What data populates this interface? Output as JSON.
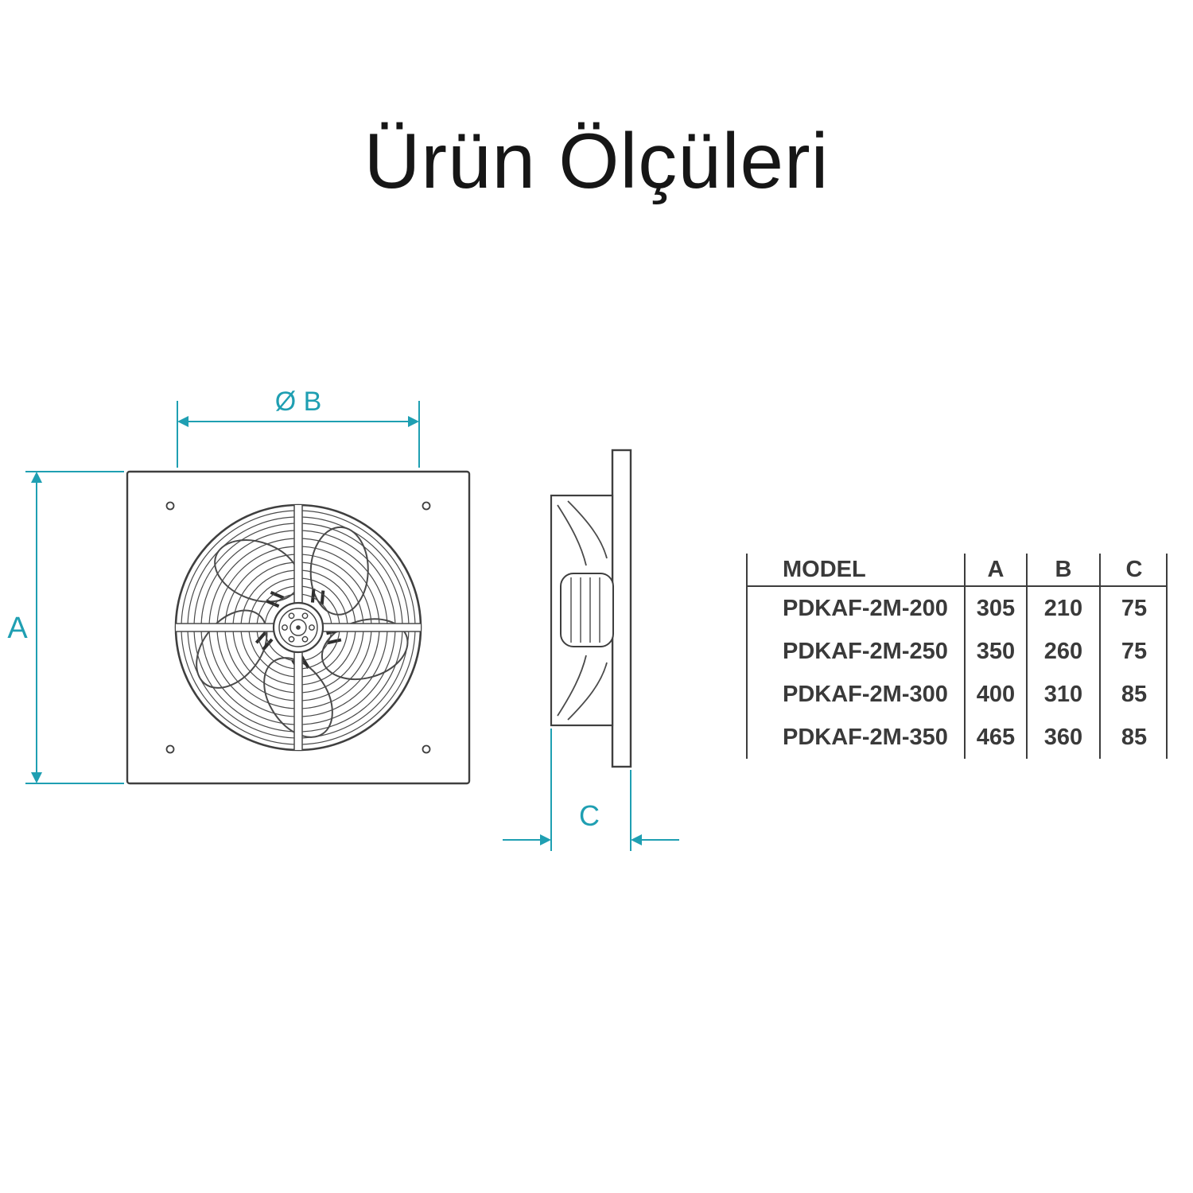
{
  "page": {
    "title": "Ürün Ölçüleri"
  },
  "colors": {
    "accent": "#1f9fb2",
    "drawing_line": "#3f3f3f",
    "table_text": "#3a3a3a"
  },
  "drawing": {
    "front_view": {
      "dim_width_label": "Ø B",
      "dim_height_label": "A"
    },
    "side_view": {
      "dim_depth_label": "C"
    }
  },
  "table": {
    "headers": [
      "MODEL",
      "A",
      "B",
      "C"
    ],
    "rows": [
      {
        "model": "PDKAF-2M-200",
        "a": "305",
        "b": "210",
        "c": "75"
      },
      {
        "model": "PDKAF-2M-250",
        "a": "350",
        "b": "260",
        "c": "75"
      },
      {
        "model": "PDKAF-2M-300",
        "a": "400",
        "b": "310",
        "c": "85"
      },
      {
        "model": "PDKAF-2M-350",
        "a": "465",
        "b": "360",
        "c": "85"
      }
    ]
  }
}
